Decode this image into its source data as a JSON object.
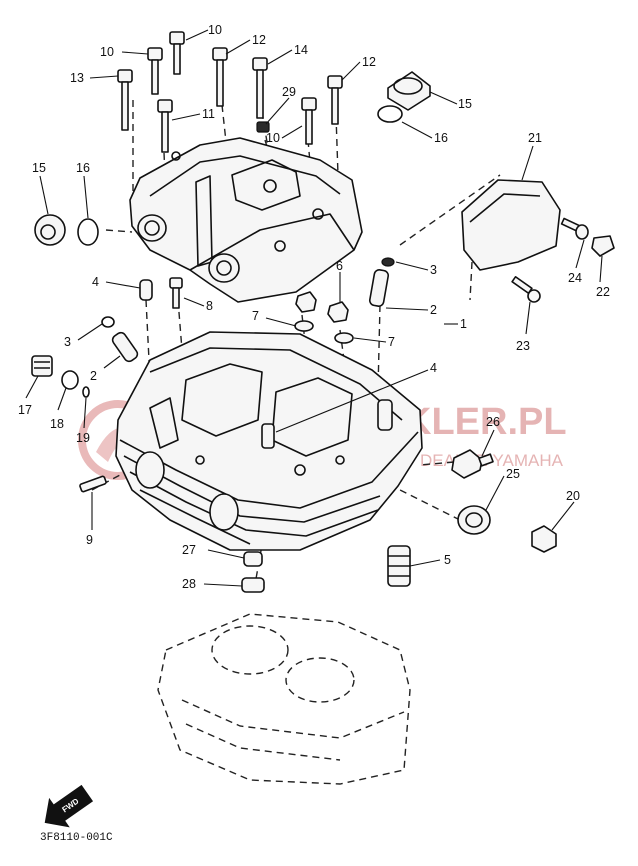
{
  "diagram_code": "3F8110-001C",
  "forward_arrow_label": "FWD",
  "watermark": {
    "brand": "KLER.PL",
    "tagline": "DEALER YAMAHA"
  },
  "callouts": [
    {
      "label": "10"
    },
    {
      "label": "12"
    },
    {
      "label": "10"
    },
    {
      "label": "14"
    },
    {
      "label": "12"
    },
    {
      "label": "13"
    },
    {
      "label": "15"
    },
    {
      "label": "29"
    },
    {
      "label": "11"
    },
    {
      "label": "10"
    },
    {
      "label": "16"
    },
    {
      "label": "21"
    },
    {
      "label": "15"
    },
    {
      "label": "16"
    },
    {
      "label": "3"
    },
    {
      "label": "24"
    },
    {
      "label": "22"
    },
    {
      "label": "4"
    },
    {
      "label": "8"
    },
    {
      "label": "6"
    },
    {
      "label": "2"
    },
    {
      "label": "1"
    },
    {
      "label": "7"
    },
    {
      "label": "3"
    },
    {
      "label": "7"
    },
    {
      "label": "23"
    },
    {
      "label": "2"
    },
    {
      "label": "4"
    },
    {
      "label": "17"
    },
    {
      "label": "18"
    },
    {
      "label": "19"
    },
    {
      "label": "26"
    },
    {
      "label": "25"
    },
    {
      "label": "20"
    },
    {
      "label": "9"
    },
    {
      "label": "27"
    },
    {
      "label": "5"
    },
    {
      "label": "28"
    }
  ]
}
